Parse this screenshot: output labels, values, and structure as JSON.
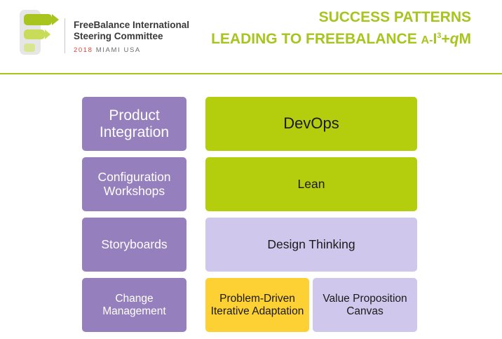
{
  "header": {
    "org_line1": "FreeBalance International",
    "org_line2": "Steering Committee",
    "event_year": "2018",
    "event_place": "MIAMI USA",
    "title_line1": "SUCCESS PATTERNS",
    "title_line2_main": "LEADING TO FREEBALANCE ",
    "title_sc": "A-",
    "title_i": "I",
    "title_sup": "3",
    "title_plus": "+",
    "title_q": "q",
    "title_m": "M"
  },
  "tiles": {
    "product_integration": "Product Integration",
    "devops": "DevOps",
    "configuration_workshops": "Configuration Workshops",
    "lean": "Lean",
    "storyboards": "Storyboards",
    "design_thinking": "Design Thinking",
    "change_management": "Change Management",
    "pdia": "Problem-Driven Iterative Adaptation",
    "value_proposition_canvas": "Value Proposition Canvas"
  },
  "colors": {
    "purple": "#957fbc",
    "green": "#b4cd0d",
    "lavender": "#d0c8ec",
    "yellow": "#fdd034",
    "title_green": "#a8c41e",
    "event_red": "#d94637"
  }
}
